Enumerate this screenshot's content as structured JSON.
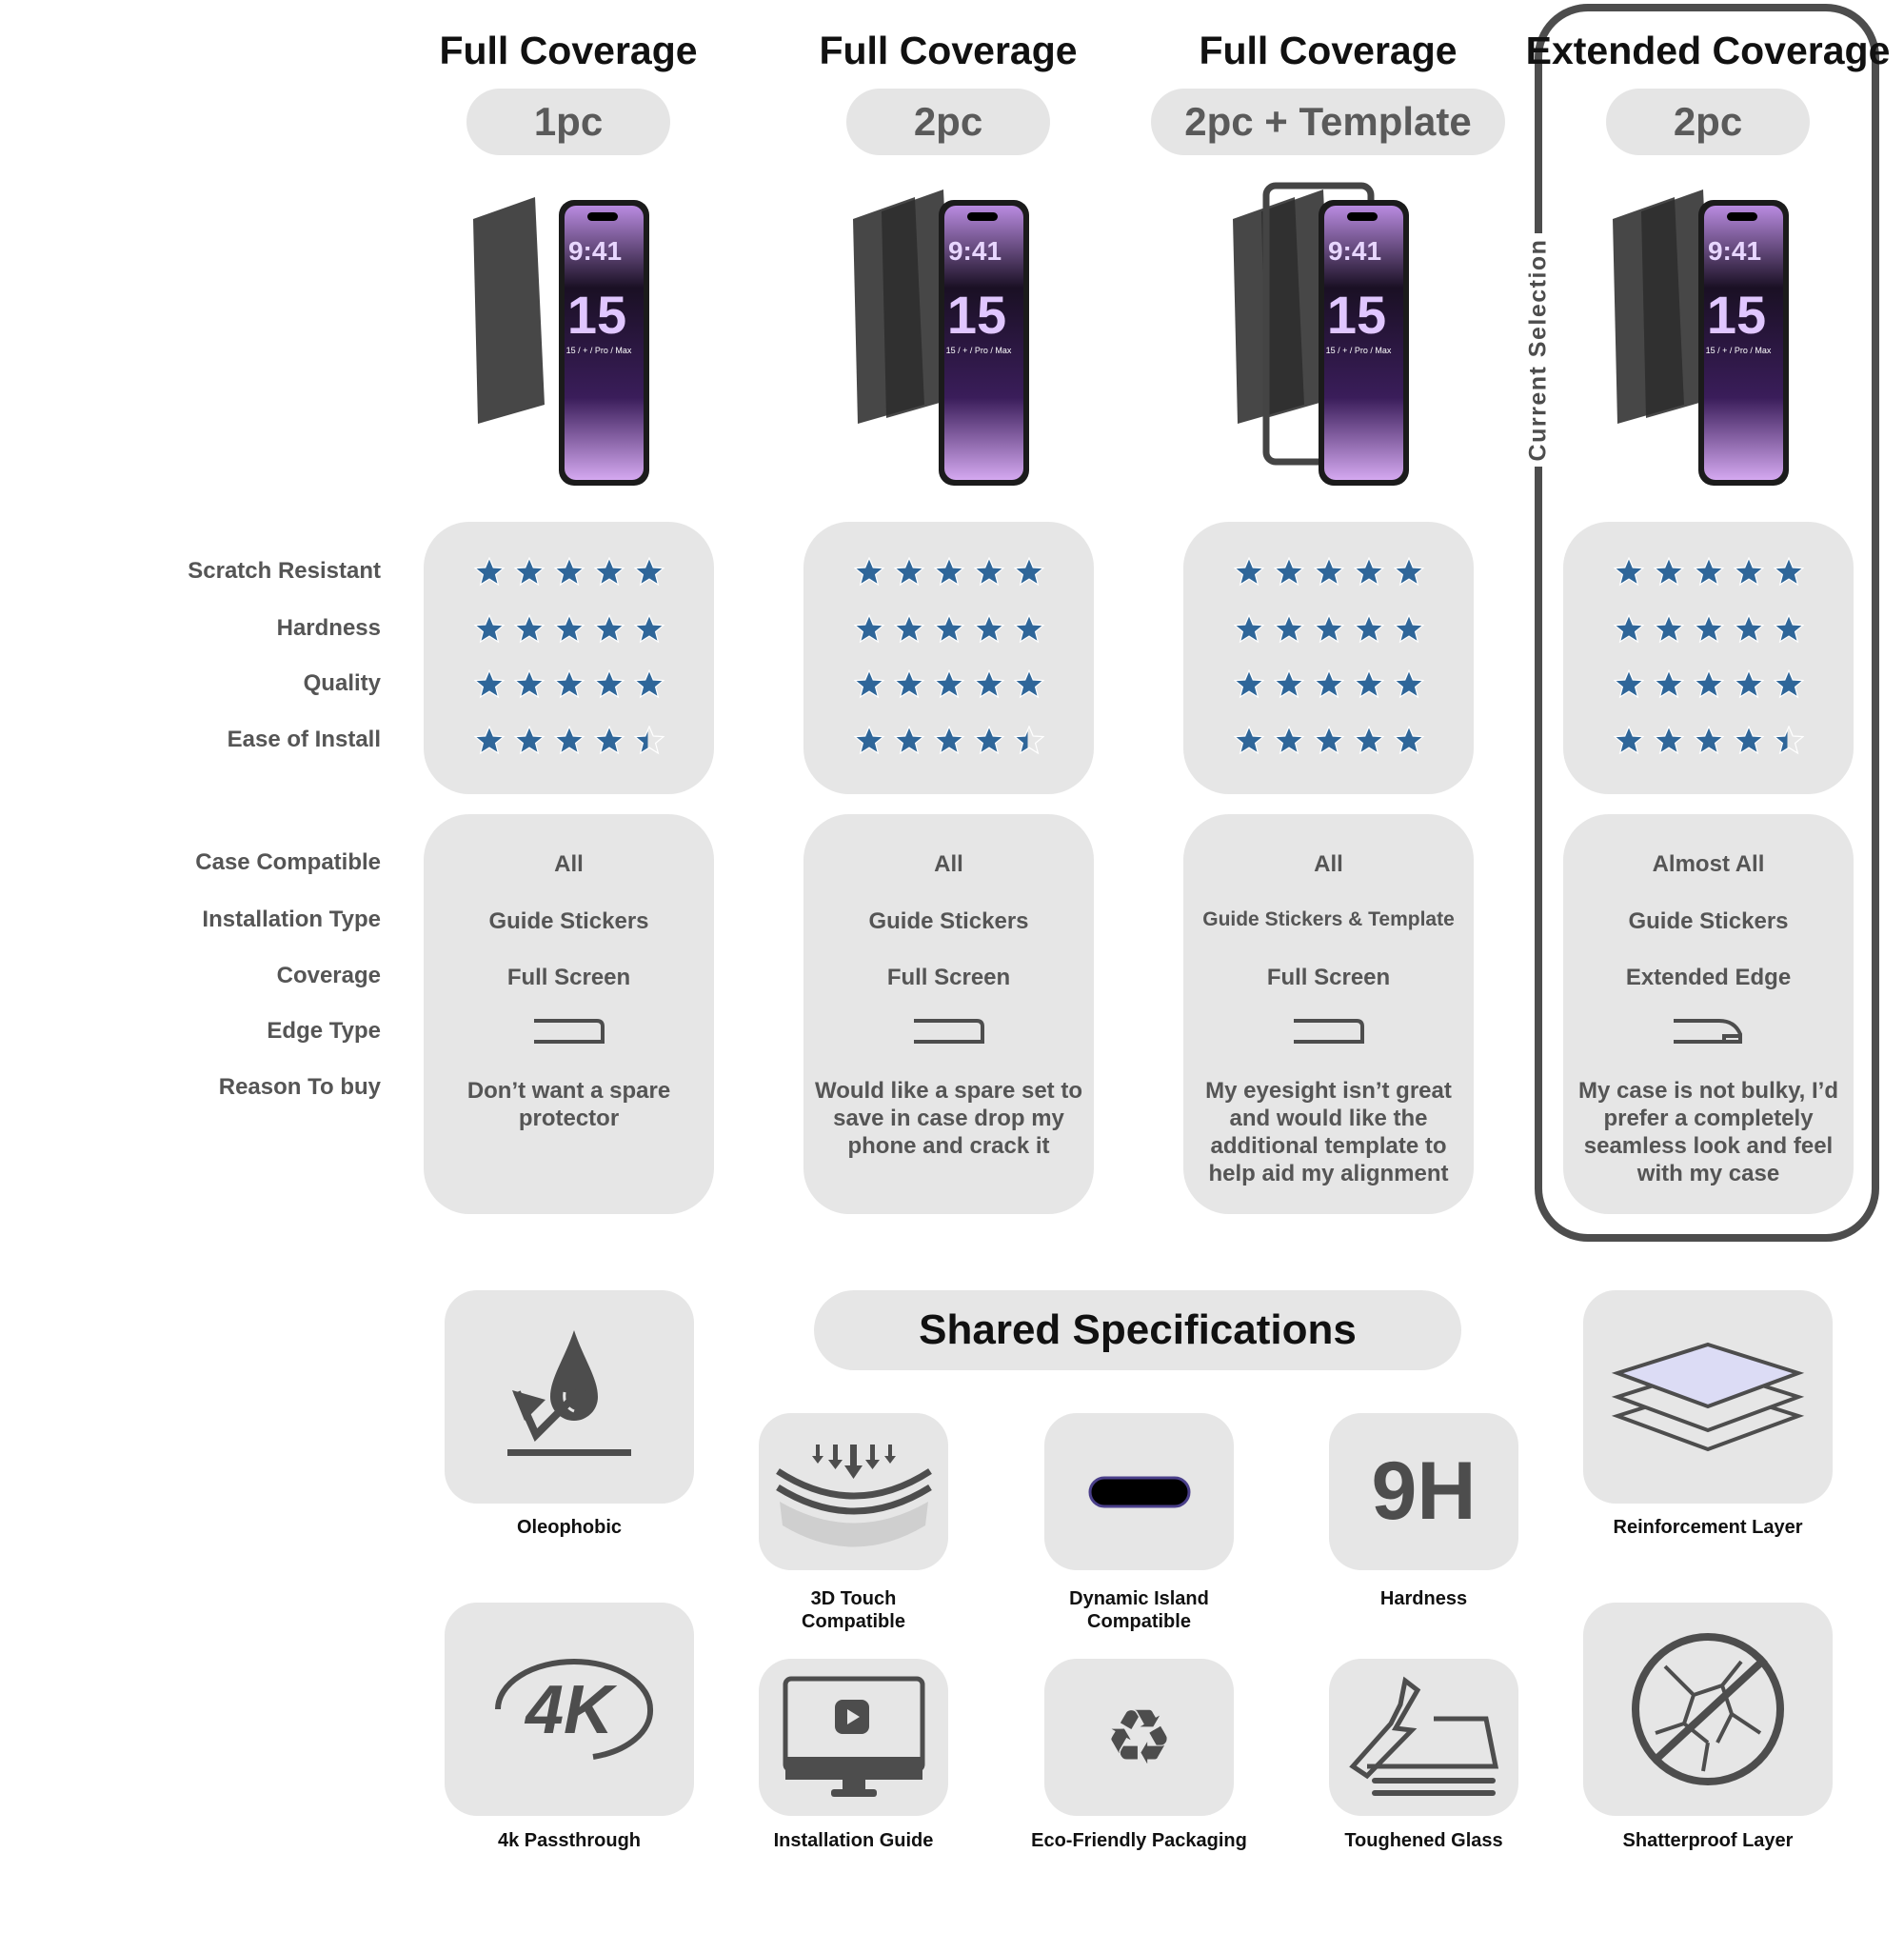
{
  "colors": {
    "star": "#2f6699",
    "box": "#e6e6e6",
    "selection_border": "#4d4d4d",
    "text": "#555555"
  },
  "row_labels": {
    "ratings": [
      "Scratch Resistant",
      "Hardness",
      "Quality",
      "Ease of Install"
    ],
    "specs": [
      "Case Compatible",
      "Installation Type",
      "Coverage",
      "Edge Type",
      "Reason To buy"
    ]
  },
  "columns": [
    {
      "title": "Full Coverage",
      "option": "1pc",
      "glass_layers": 1,
      "template": false,
      "ratings": [
        5,
        5,
        5,
        4.5
      ],
      "case_compatible": "All",
      "installation_type": "Guide Stickers",
      "coverage": "Full Screen",
      "edge_type": "flat-edge-icon",
      "reason": "Don’t want a spare protector"
    },
    {
      "title": "Full Coverage",
      "option": "2pc",
      "glass_layers": 2,
      "template": false,
      "ratings": [
        5,
        5,
        5,
        4.5
      ],
      "case_compatible": "All",
      "installation_type": "Guide Stickers",
      "coverage": "Full Screen",
      "edge_type": "flat-edge-icon",
      "reason": "Would like a spare set to save in case drop my phone and crack it"
    },
    {
      "title": "Full Coverage",
      "option": "2pc + Template",
      "glass_layers": 2,
      "template": true,
      "ratings": [
        5,
        5,
        5,
        5
      ],
      "case_compatible": "All",
      "installation_type": "Guide Stickers & Template",
      "coverage": "Full Screen",
      "edge_type": "flat-edge-icon",
      "reason": "My eyesight isn’t great and would like the additional template to help aid my alignment"
    },
    {
      "title": "Extended Coverage",
      "option": "2pc",
      "glass_layers": 2,
      "template": false,
      "ratings": [
        5,
        5,
        5,
        4.5
      ],
      "case_compatible": "Almost All",
      "installation_type": "Guide Stickers",
      "coverage": "Extended Edge",
      "edge_type": "extended-edge-icon",
      "reason": "My case is not bulky, I’d prefer a completely seamless look and feel with my case"
    }
  ],
  "phone_screen": {
    "time": "9:41",
    "model_number": "15",
    "models": "15 / + / Pro / Max"
  },
  "current_selection_label": "Current Selection",
  "selected_column": 3,
  "shared": {
    "title": "Shared Specifications",
    "features": {
      "oleophobic": "Oleophobic",
      "touch_line1": "3D Touch",
      "touch_line2": "Compatible",
      "island_line1": "Dynamic Island",
      "island_line2": "Compatible",
      "hardness": "Hardness",
      "hardness_value": "9H",
      "reinforcement": "Reinforcement Layer",
      "passthrough": "4k Passthrough",
      "passthrough_glyph": "4K",
      "install_guide": "Installation Guide",
      "eco": "Eco-Friendly Packaging",
      "toughened": "Toughened Glass",
      "shatterproof": "Shatterproof Layer"
    }
  }
}
